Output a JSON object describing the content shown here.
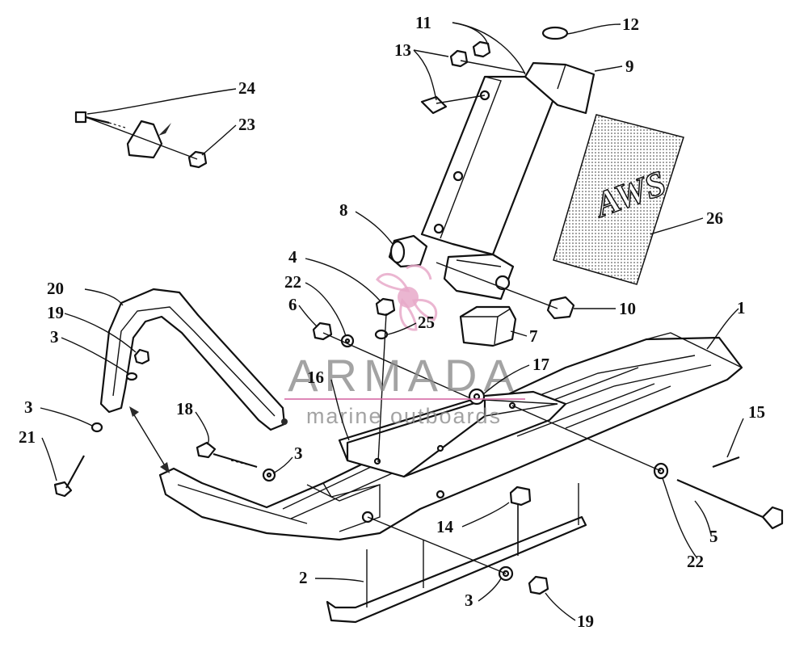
{
  "colors": {
    "line": "#111111",
    "watermark_text": "#8a8a8a",
    "watermark_logo": "#e8a9c9",
    "watermark_rule": "#d66aa6"
  },
  "watermark": {
    "name": "ARMADA",
    "tagline": "marine outboards",
    "logo_icon": "propeller-icon"
  },
  "decal": {
    "text": "AWS"
  },
  "callouts": {
    "c1": "1",
    "c2": "2",
    "c3a": "3",
    "c3b": "3",
    "c3c": "3",
    "c3d": "3",
    "c4": "4",
    "c5": "5",
    "c6": "6",
    "c7": "7",
    "c8": "8",
    "c9": "9",
    "c10": "10",
    "c11": "11",
    "c12": "12",
    "c13": "13",
    "c14": "14",
    "c15": "15",
    "c16": "16",
    "c17": "17",
    "c18": "18",
    "c19a": "19",
    "c19b": "19",
    "c20": "20",
    "c21": "21",
    "c22a": "22",
    "c22b": "22",
    "c23": "23",
    "c24": "24",
    "c25": "25",
    "c26": "26"
  }
}
